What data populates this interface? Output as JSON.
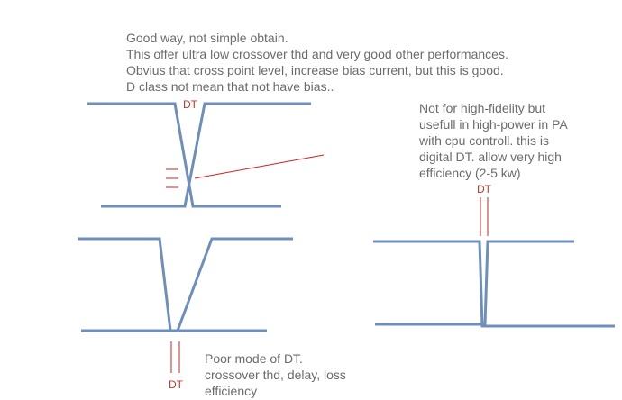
{
  "notes": {
    "top": [
      "Good way, not simple obtain.",
      "This offer ultra low crossover thd and very good other performances.",
      "Obvius that cross point level,  increase   bias current, but this is good.",
      "D class not mean that not have bias.."
    ],
    "right": [
      "Not for high-fidelity but",
      "usefull in high-power in PA",
      "with cpu controll. this is",
      "digital DT. allow very high",
      "efficiency (2-5 kw)"
    ],
    "bottom": [
      "Poor mode of DT.",
      "crossover thd, delay, loss",
      "efficiency"
    ]
  },
  "labels": {
    "dt_top": "DT",
    "dt_right": "DT",
    "dt_bottom": "DT"
  },
  "colors": {
    "waveform": "#6e8fbd",
    "marker": "#cc2222",
    "text": "#6b6b6b"
  }
}
